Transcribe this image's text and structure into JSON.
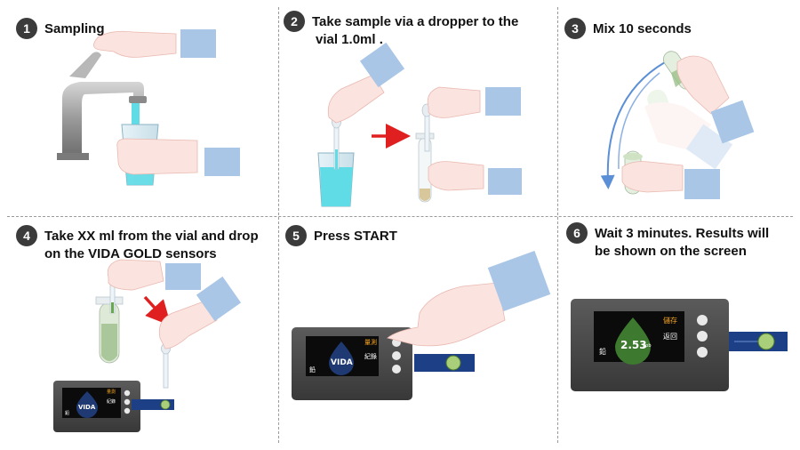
{
  "steps": [
    {
      "number": "1",
      "lines": [
        "Sampling"
      ]
    },
    {
      "number": "2",
      "lines": [
        "Take sample via a dropper to the",
        "vial 1.0ml ."
      ]
    },
    {
      "number": "3",
      "lines": [
        "Mix 10 seconds"
      ]
    },
    {
      "number": "4",
      "lines": [
        "Take XX ml from the vial and drop",
        "on the VIDA GOLD sensors"
      ]
    },
    {
      "number": "5",
      "lines": [
        "Press START"
      ]
    },
    {
      "number": "6",
      "lines": [
        "Wait 3 minutes. Results will",
        "be shown on the screen"
      ]
    }
  ],
  "device_small": {
    "logo": "VIDA",
    "menu": [
      "量測",
      "紀錄"
    ],
    "corner": "鉛"
  },
  "device_large": {
    "reading": "2.53",
    "unit": "ppb",
    "menu": [
      "儲存",
      "返回"
    ],
    "corner": "鉛"
  },
  "colors": {
    "sleeve": "#a9c6e6",
    "skin": "#fbe3df",
    "water": "#5fdce6",
    "device": "#4a4a4a",
    "arrow_red": "#e02020",
    "arrow_blue": "#5b8fd6"
  }
}
